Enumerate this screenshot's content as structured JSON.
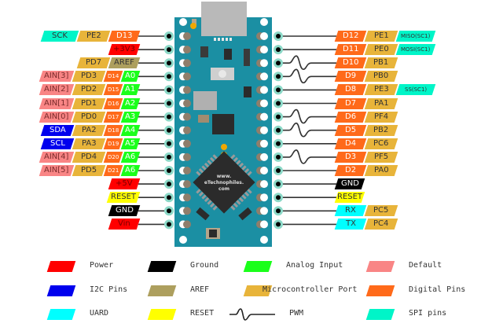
{
  "colors": {
    "power": "#ff0000",
    "ground": "#000000",
    "analog": "#1aff1a",
    "default": "#f98585",
    "i2c": "#0000ee",
    "aref": "#ad9f5e",
    "port": "#e8b43a",
    "digital": "#ff6a1a",
    "uart": "#00ffff",
    "reset": "#ffff00",
    "spi": "#00f5c8",
    "board": "#1b8fa3",
    "pad": "#8cd9c8"
  },
  "board": {
    "chip_text": [
      "www.",
      "eTechnophiles.",
      "com"
    ]
  },
  "left_pins": [
    {
      "tags": [
        {
          "text": "SCK",
          "type": "spi"
        },
        {
          "text": "PE2",
          "type": "port"
        },
        {
          "text": "D13",
          "type": "digital"
        }
      ],
      "pwm": false
    },
    {
      "tags": [
        {
          "text": "+3V3",
          "type": "power"
        }
      ],
      "pwm": false
    },
    {
      "tags": [
        {
          "text": "PD7",
          "type": "port"
        },
        {
          "text": "AREF",
          "type": "aref"
        }
      ],
      "pwm": false
    },
    {
      "tags": [
        {
          "text": "AIN[3]",
          "type": "default"
        },
        {
          "text": "PD3",
          "type": "port"
        },
        {
          "text": "D14",
          "type": "digital",
          "small": true
        },
        {
          "text": "A0",
          "type": "analog"
        }
      ],
      "pwm": false
    },
    {
      "tags": [
        {
          "text": "AIN[2]",
          "type": "default"
        },
        {
          "text": "PD2",
          "type": "port"
        },
        {
          "text": "D15",
          "type": "digital",
          "small": true
        },
        {
          "text": "A1",
          "type": "analog"
        }
      ],
      "pwm": false
    },
    {
      "tags": [
        {
          "text": "AIN[1]",
          "type": "default"
        },
        {
          "text": "PD1",
          "type": "port"
        },
        {
          "text": "D16",
          "type": "digital",
          "small": true
        },
        {
          "text": "A2",
          "type": "analog"
        }
      ],
      "pwm": false
    },
    {
      "tags": [
        {
          "text": "AIN[0]",
          "type": "default"
        },
        {
          "text": "PD0",
          "type": "port"
        },
        {
          "text": "D17",
          "type": "digital",
          "small": true
        },
        {
          "text": "A3",
          "type": "analog"
        }
      ],
      "pwm": false
    },
    {
      "tags": [
        {
          "text": "SDA",
          "type": "i2c"
        },
        {
          "text": "PA2",
          "type": "port"
        },
        {
          "text": "D18",
          "type": "digital",
          "small": true
        },
        {
          "text": "A4",
          "type": "analog"
        }
      ],
      "pwm": false
    },
    {
      "tags": [
        {
          "text": "SCL",
          "type": "i2c"
        },
        {
          "text": "PA3",
          "type": "port"
        },
        {
          "text": "D19",
          "type": "digital",
          "small": true
        },
        {
          "text": "A5",
          "type": "analog"
        }
      ],
      "pwm": false
    },
    {
      "tags": [
        {
          "text": "AIN[4]",
          "type": "default"
        },
        {
          "text": "PD4",
          "type": "port"
        },
        {
          "text": "D20",
          "type": "digital",
          "small": true
        },
        {
          "text": "A6",
          "type": "analog"
        }
      ],
      "pwm": false
    },
    {
      "tags": [
        {
          "text": "AIN[5]",
          "type": "default"
        },
        {
          "text": "PD5",
          "type": "port"
        },
        {
          "text": "D21",
          "type": "digital",
          "small": true
        },
        {
          "text": "A6",
          "type": "analog"
        }
      ],
      "pwm": false
    },
    {
      "tags": [
        {
          "text": "+5V",
          "type": "power"
        }
      ],
      "pwm": false
    },
    {
      "tags": [
        {
          "text": "RESET",
          "type": "reset"
        }
      ],
      "pwm": false
    },
    {
      "tags": [
        {
          "text": "GND",
          "type": "ground"
        }
      ],
      "pwm": false
    },
    {
      "tags": [
        {
          "text": "Vin",
          "type": "power"
        }
      ],
      "pwm": false
    }
  ],
  "right_pins": [
    {
      "tags": [
        {
          "text": "D12",
          "type": "digital"
        },
        {
          "text": "PE1",
          "type": "port"
        },
        {
          "text": "MISO(SC1)",
          "type": "spi",
          "small": true
        }
      ],
      "pwm": false
    },
    {
      "tags": [
        {
          "text": "D11",
          "type": "digital"
        },
        {
          "text": "PE0",
          "type": "port"
        },
        {
          "text": "MOSI(SC1)",
          "type": "spi",
          "small": true
        }
      ],
      "pwm": false
    },
    {
      "tags": [
        {
          "text": "D10",
          "type": "digital"
        },
        {
          "text": "PB1",
          "type": "port"
        }
      ],
      "pwm": true
    },
    {
      "tags": [
        {
          "text": "D9",
          "type": "digital"
        },
        {
          "text": "PB0",
          "type": "port"
        }
      ],
      "pwm": true
    },
    {
      "tags": [
        {
          "text": "D8",
          "type": "digital"
        },
        {
          "text": "PE3",
          "type": "port"
        },
        {
          "text": "SS(SC1)",
          "type": "spi",
          "small": true
        }
      ],
      "pwm": false
    },
    {
      "tags": [
        {
          "text": "D7",
          "type": "digital"
        },
        {
          "text": "PA1",
          "type": "port"
        }
      ],
      "pwm": false
    },
    {
      "tags": [
        {
          "text": "D6",
          "type": "digital"
        },
        {
          "text": "PF4",
          "type": "port"
        }
      ],
      "pwm": true
    },
    {
      "tags": [
        {
          "text": "D5",
          "type": "digital"
        },
        {
          "text": "PB2",
          "type": "port"
        }
      ],
      "pwm": true
    },
    {
      "tags": [
        {
          "text": "D4",
          "type": "digital"
        },
        {
          "text": "PC6",
          "type": "port"
        }
      ],
      "pwm": false
    },
    {
      "tags": [
        {
          "text": "D3",
          "type": "digital"
        },
        {
          "text": "PF5",
          "type": "port"
        }
      ],
      "pwm": true
    },
    {
      "tags": [
        {
          "text": "D2",
          "type": "digital"
        },
        {
          "text": "PA0",
          "type": "port"
        }
      ],
      "pwm": false
    },
    {
      "tags": [
        {
          "text": "GND",
          "type": "ground"
        }
      ],
      "pwm": false
    },
    {
      "tags": [
        {
          "text": "RESET",
          "type": "reset"
        }
      ],
      "pwm": false
    },
    {
      "tags": [
        {
          "text": "RX",
          "type": "uart"
        },
        {
          "text": "PC5",
          "type": "port"
        }
      ],
      "pwm": false
    },
    {
      "tags": [
        {
          "text": "TX",
          "type": "uart"
        },
        {
          "text": "PC4",
          "type": "port"
        }
      ],
      "pwm": false
    }
  ],
  "legend": [
    {
      "label": "Power",
      "type": "power"
    },
    {
      "label": "Ground",
      "type": "ground"
    },
    {
      "label": "Analog Input",
      "type": "analog"
    },
    {
      "label": "Default",
      "type": "default"
    },
    {
      "label": "I2C Pins",
      "type": "i2c"
    },
    {
      "label": "AREF",
      "type": "aref"
    },
    {
      "label": "Microcontroller Port",
      "type": "port"
    },
    {
      "label": "Digital Pins",
      "type": "digital"
    },
    {
      "label": "UARD",
      "type": "uart"
    },
    {
      "label": "RESET",
      "type": "reset"
    },
    {
      "label": "PWM",
      "type": "pwm"
    },
    {
      "label": "SPI pins",
      "type": "spi"
    }
  ]
}
